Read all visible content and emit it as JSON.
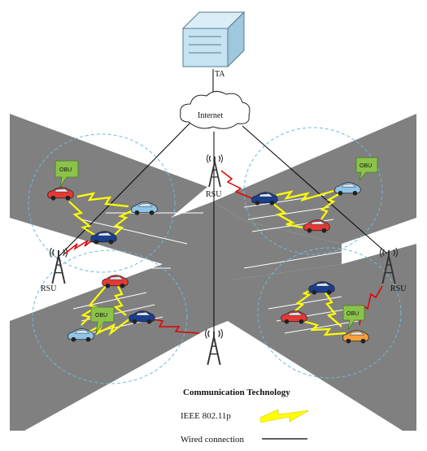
{
  "ta_label": "TA",
  "internet_label": "Internet",
  "rsu_label": "RSU",
  "obu_label": "OBU",
  "legend": {
    "title": "Communication Technology",
    "items": [
      {
        "label": "IEEE 802.11p",
        "symbol": "lightning-bolt",
        "color": "#ffff00"
      },
      {
        "label": "Wired connection",
        "symbol": "line",
        "color": "#000000"
      }
    ]
  },
  "colors": {
    "road": "#808080",
    "lane_marking": "#ffffff",
    "coverage": "#6fb9d9",
    "wireless_v2v": "#ffff00",
    "wireless_v2i": "#e00000",
    "wired": "#000000",
    "obu_tag": "#8bc34a"
  }
}
